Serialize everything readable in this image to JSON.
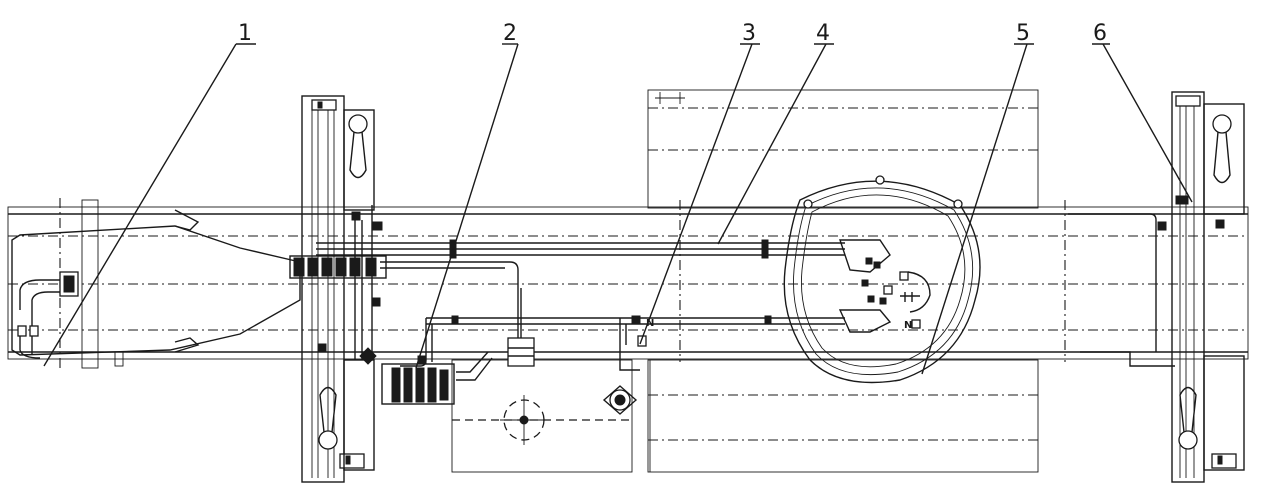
{
  "callouts": [
    {
      "id": "1",
      "label": "1"
    },
    {
      "id": "2",
      "label": "2"
    },
    {
      "id": "3",
      "label": "3"
    },
    {
      "id": "4",
      "label": "4"
    },
    {
      "id": "5",
      "label": "5"
    },
    {
      "id": "6",
      "label": "6"
    }
  ],
  "marks": {
    "n_mark_left": "N",
    "n_mark_right": "N"
  }
}
